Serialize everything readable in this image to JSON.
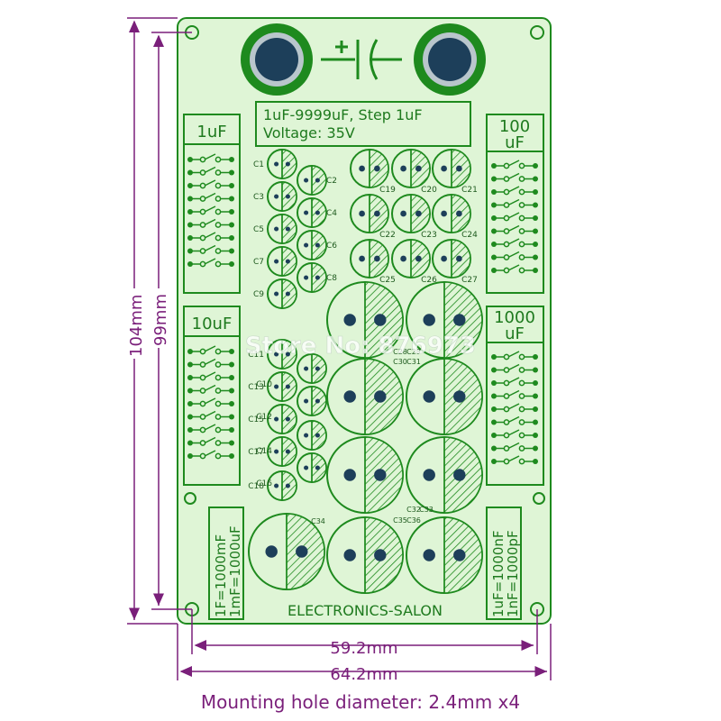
{
  "header": {
    "line1": "1uF-9999uF, Step 1uF",
    "line2": "Voltage: 35V"
  },
  "headers": {
    "uf1": "1uF",
    "uf10": "10uF",
    "uf100_a": "100",
    "uf100_b": "uF",
    "uf1000_a": "1000",
    "uf1000_b": "uF"
  },
  "notes": {
    "left_1": "1F=1000mF",
    "left_2": "1mF=1000uF",
    "right_1": "1uF=1000nF",
    "right_2": "1nF=1000pF",
    "brand": "ELECTRONICS-SALON"
  },
  "dimensions": {
    "height_outer": "104mm",
    "height_inner": "99mm",
    "width_inner": "59.2mm",
    "width_outer": "64.2mm",
    "mount": "Mounting hole diameter: 2.4mm x4"
  },
  "watermark": "Store No: 876973",
  "capacitors": {
    "small_left": [
      "C1",
      "C2",
      "C3",
      "C4",
      "C5",
      "C6",
      "C7",
      "C8",
      "C9"
    ],
    "small_left2": [
      "C11",
      "C10",
      "C13",
      "C12",
      "C15",
      "C14",
      "C17",
      "C16",
      "C18"
    ],
    "mid_top": [
      "C19",
      "C20",
      "C21",
      "C22",
      "C23",
      "C24",
      "C25",
      "C26",
      "C27"
    ],
    "large": [
      "C28",
      "C29",
      "C30",
      "C31",
      "C32",
      "C33",
      "C34",
      "C35",
      "C36"
    ]
  },
  "colors": {
    "pcb": "#dff5d6",
    "copper": "#1e8a1e",
    "dimension": "#7a1f7a",
    "pad": "#1d3f5a"
  }
}
